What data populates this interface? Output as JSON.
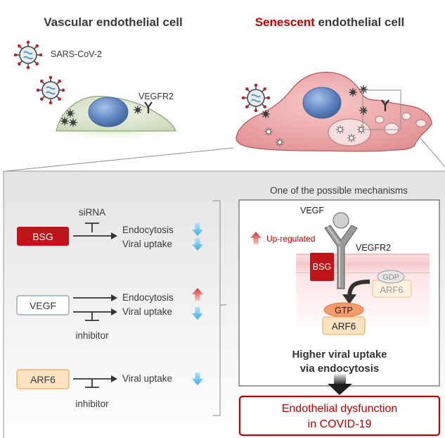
{
  "top": {
    "left_title": "Vascular endothelial cell",
    "right_title_highlight": "Senescent",
    "right_title_rest": " endothelial cell",
    "virus_label": "SARS-CoV-2",
    "receptor_label": "VEGFR2"
  },
  "left_panel": {
    "rows": [
      {
        "box": "BSG",
        "above_label": "siRNA",
        "effects": [
          {
            "text": "Endocytosis",
            "direction": "down"
          },
          {
            "text": "Viral uptake",
            "direction": "down"
          }
        ]
      },
      {
        "box": "VEGF",
        "below_label": "inhibitor",
        "effects": [
          {
            "text": "Endocytosis",
            "direction": "up"
          },
          {
            "text": "Viral uptake",
            "direction": "down"
          }
        ]
      },
      {
        "box": "ARF6",
        "below_label": "inhibitor",
        "effects": [
          {
            "text": "Viral uptake",
            "direction": "down"
          }
        ]
      }
    ]
  },
  "mechanism": {
    "caption": "One of the possible mechanisms",
    "ligand_label": "VEGF",
    "receptor_label": "VEGFR2",
    "upregulated_label": "Up-regulated",
    "bsg_label": "BSG",
    "gdp_label": "GDP",
    "arf6_inactive_label": "ARF6",
    "gtp_label": "GTP",
    "arf6_active_label": "ARF6",
    "conclusion_line1": "Higher viral uptake",
    "conclusion_line2": "via endocytosis"
  },
  "outcome": {
    "line1": "Endothelial dysfunction",
    "line2": "in COVID-19"
  },
  "colors": {
    "accent_red": "#c00000",
    "bsg_red": "#c0141a",
    "vegf_border": "#8a9aa6",
    "arf6_fill": "#fde3bf",
    "arf6_border": "#f2a655",
    "gtp_fill": "#f59a68",
    "down_arrow": "#45b3e6",
    "up_arrow": "#d9534f"
  },
  "icons": [
    "virus-icon",
    "receptor-y-icon",
    "down-arrow-icon",
    "up-arrow-icon",
    "inhibition-icon"
  ]
}
